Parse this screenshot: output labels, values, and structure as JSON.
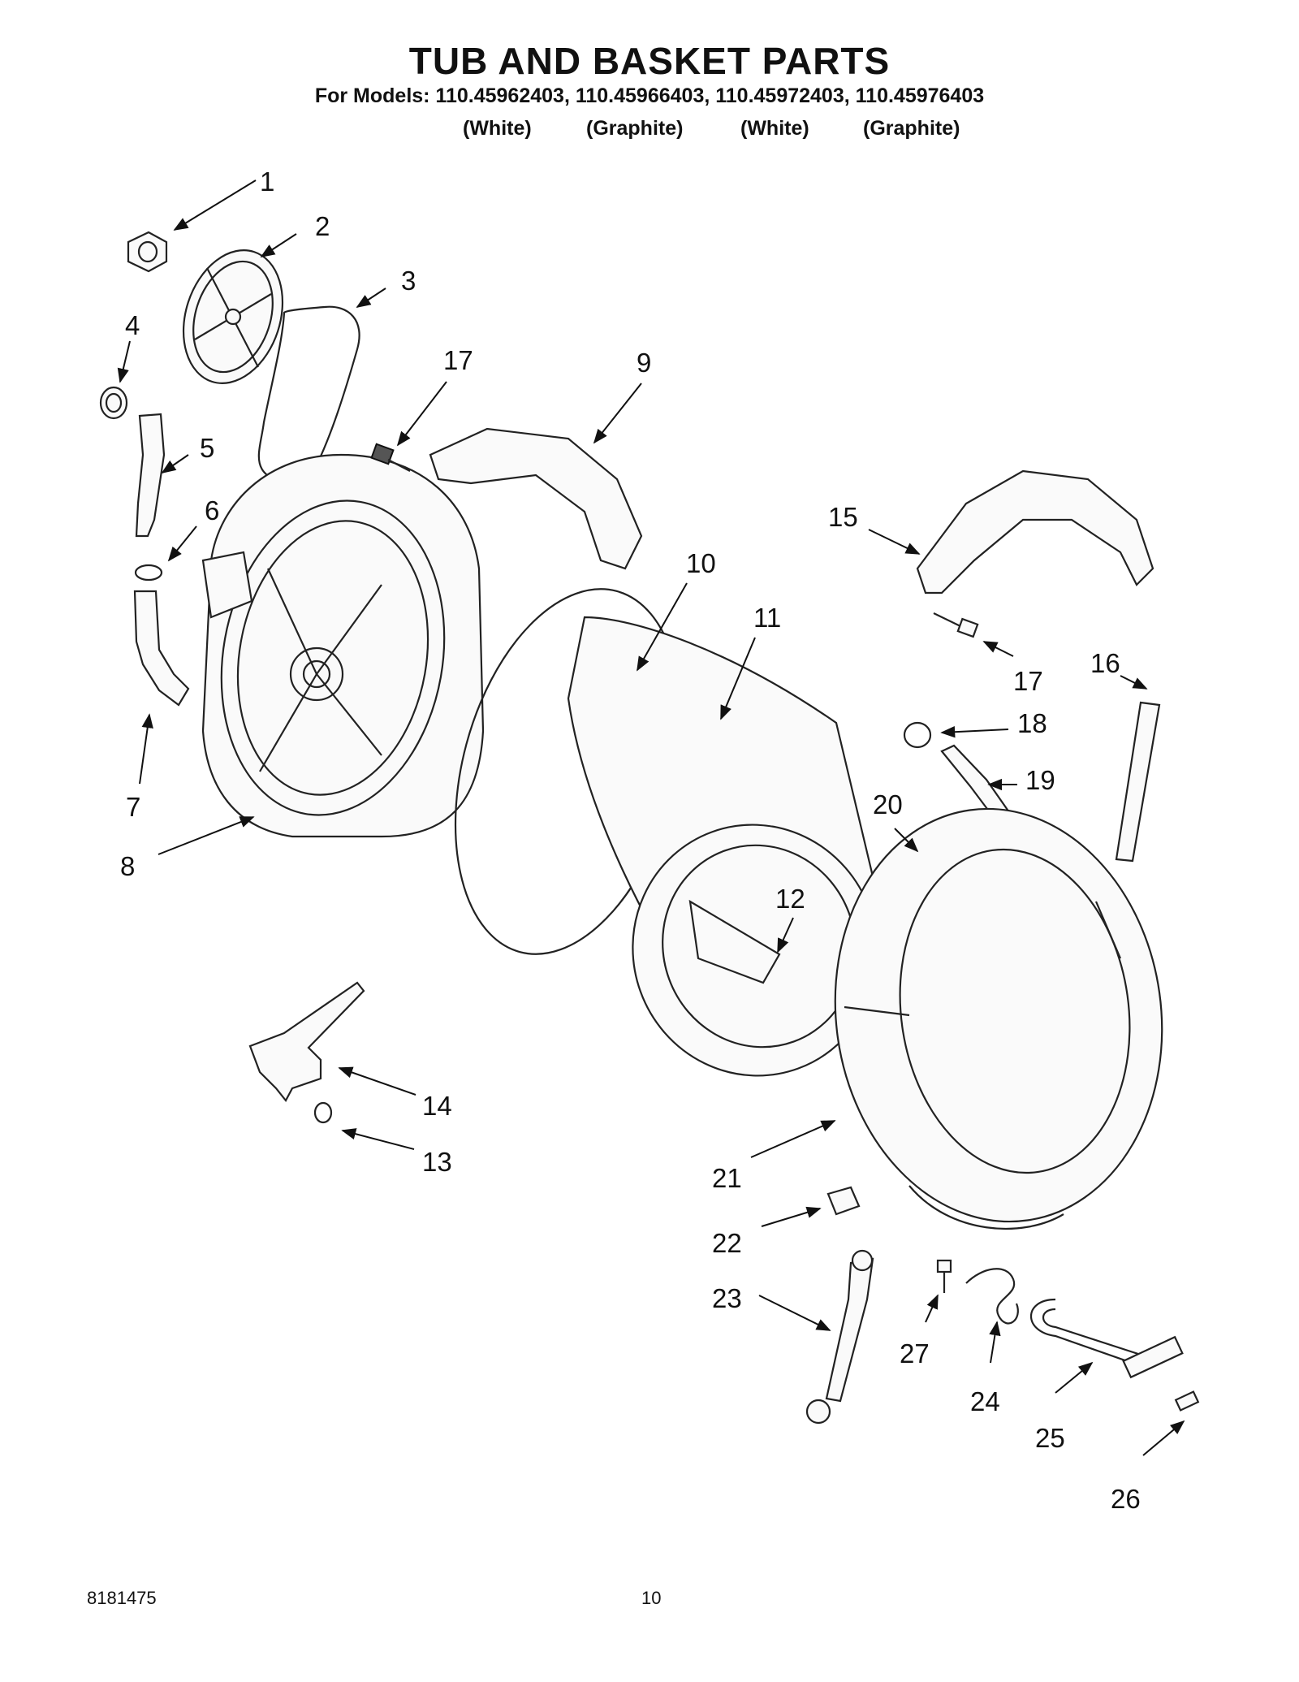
{
  "header": {
    "title": "TUB AND BASKET PARTS",
    "models_line": "For Models: 110.45962403, 110.45966403, 110.45972403, 110.45976403",
    "variants": [
      "(White)",
      "(Graphite)",
      "(White)",
      "(Graphite)"
    ]
  },
  "callouts": [
    "1",
    "2",
    "3",
    "4",
    "5",
    "6",
    "7",
    "8",
    "9",
    "10",
    "11",
    "12",
    "13",
    "14",
    "15",
    "16",
    "17",
    "17",
    "18",
    "19",
    "20",
    "21",
    "22",
    "23",
    "24",
    "25",
    "26",
    "27"
  ],
  "footer": {
    "doc_number": "8181475",
    "page_number": "10"
  }
}
